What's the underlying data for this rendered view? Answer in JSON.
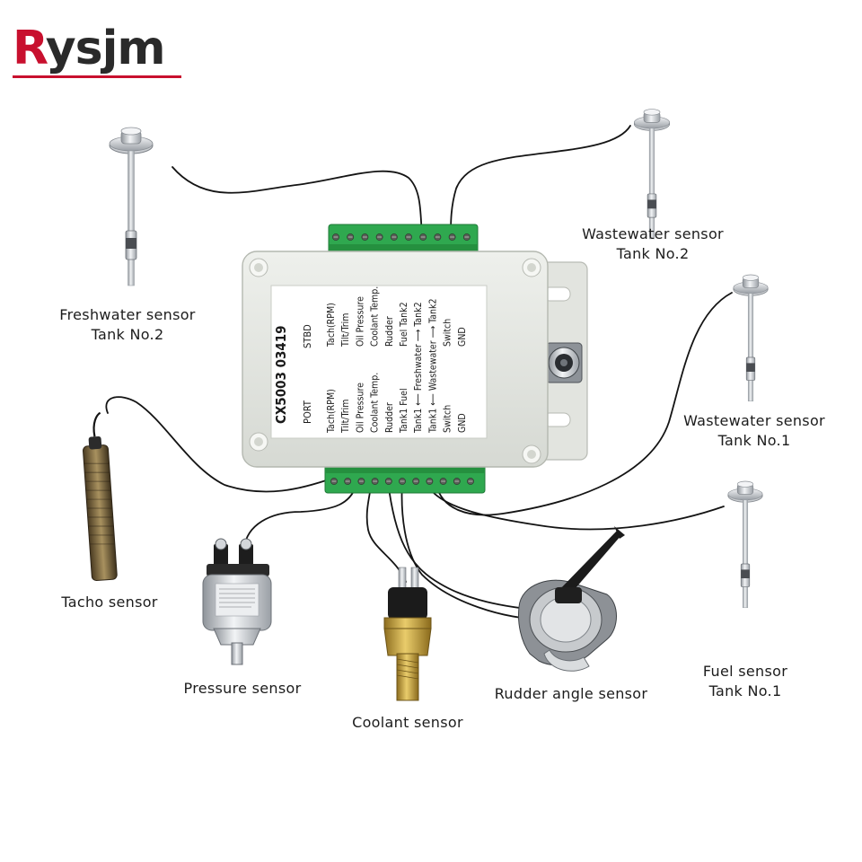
{
  "brand": {
    "logo_text": "Rysjm",
    "accent_color": "#c8102e"
  },
  "module": {
    "model": "CX5003 03419",
    "port_heading": "PORT",
    "stbd_heading": "STBD",
    "port_labels": [
      "Tach(RPM)",
      "Tilt/Trim",
      "Oil Pressure",
      "Coolant Temp.",
      "Rudder",
      "Tank1 Fuel",
      "Tank1 ⟵ Freshwater ⟶ Tank2",
      "Tank1 ⟵ Wastewater ⟶ Tank2",
      "Switch",
      "GND"
    ],
    "stbd_labels": [
      "Tach(RPM)",
      "Tilt/Trim",
      "Oil Pressure",
      "Coolant Temp.",
      "Rudder",
      "Fuel Tank2",
      "Switch",
      "GND"
    ],
    "terminal_color": "#2fa84f",
    "housing_color": "#e4e6e1"
  },
  "sensors": {
    "freshwater_tank2": {
      "line1": "Freshwater sensor",
      "line2": "Tank No.2"
    },
    "wastewater_tank2": {
      "line1": "Wastewater sensor",
      "line2": "Tank No.2"
    },
    "wastewater_tank1": {
      "line1": "Wastewater sensor",
      "line2": "Tank No.1"
    },
    "fuel_tank1": {
      "line1": "Fuel sensor",
      "line2": "Tank No.1"
    },
    "tacho": {
      "line1": "Tacho sensor"
    },
    "pressure": {
      "line1": "Pressure sensor"
    },
    "coolant": {
      "line1": "Coolant sensor"
    },
    "rudder": {
      "line1": "Rudder angle sensor"
    }
  }
}
